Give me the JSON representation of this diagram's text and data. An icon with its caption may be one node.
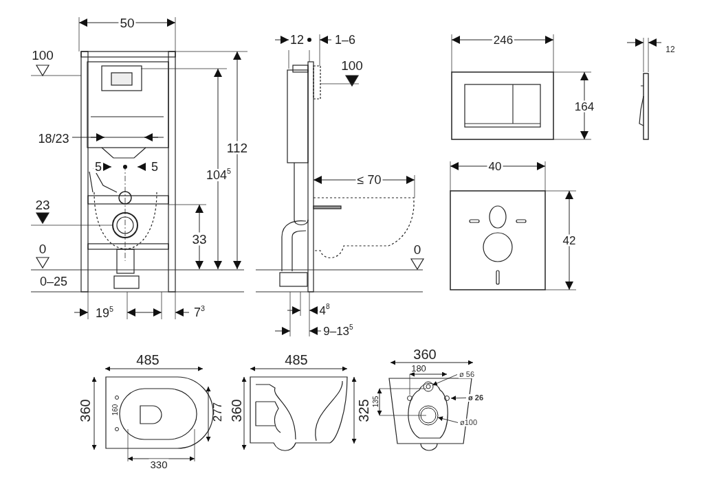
{
  "diagram": {
    "nodes": [
      {
        "text": [
          "ø 56"
        ]
      },
      {
        "text": [
          "ø 26"
        ]
      },
      {
        "text": [
          "ø100"
        ]
      }
    ],
    "edges": [
      {
        "from": 0,
        "to": null,
        "arrow": "to"
      },
      {
        "from": 1,
        "to": null,
        "arrow": "to"
      },
      {
        "from": 2,
        "to": null,
        "arrow": "to"
      }
    ],
    "labels": [
      "50",
      "100",
      "18/23",
      "5",
      "5",
      "112",
      "104$^{5}$",
      "23",
      "33",
      "0",
      "0–25",
      "19$^{5}$",
      "7$^{3}$",
      "12",
      "1–6",
      "100",
      "≤ 70",
      "0",
      "4$^{8}$",
      "9–13$^{5}$",
      "246",
      "12",
      "164",
      "40",
      "42",
      "485",
      "360",
      "160",
      "277",
      "330",
      "485",
      "360",
      "325",
      "360",
      "180",
      "135"
    ]
  }
}
